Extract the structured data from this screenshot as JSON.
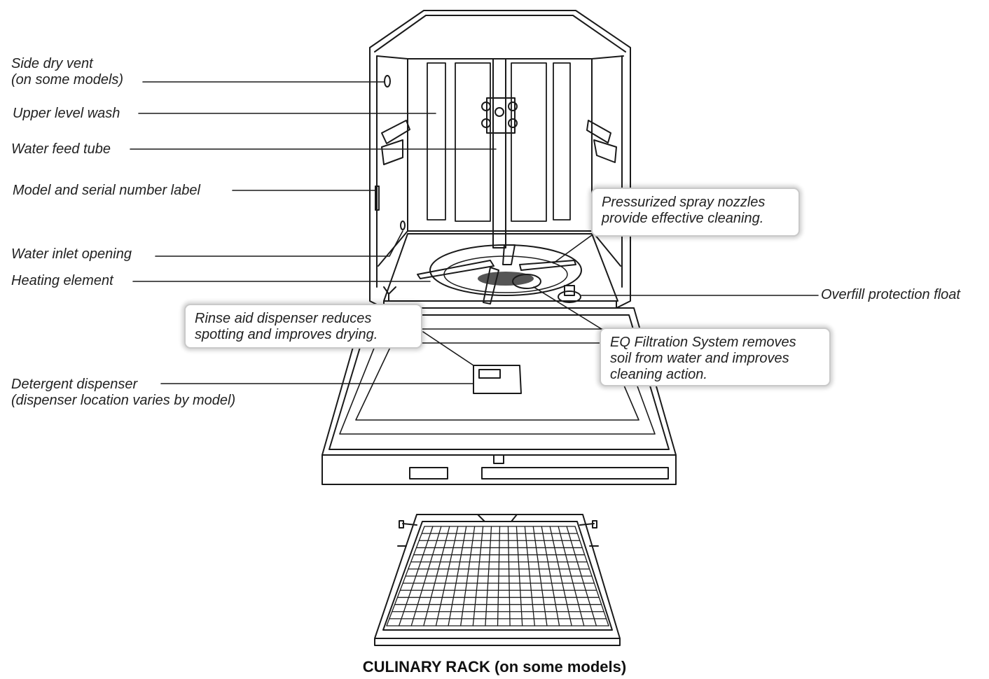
{
  "labels": {
    "side_dry_vent": {
      "line1": "Side dry vent",
      "line2": "(on some models)"
    },
    "upper_level_wash": "Upper level wash",
    "water_feed_tube": "Water feed tube",
    "model_serial_label": "Model and serial number label",
    "water_inlet_opening": "Water inlet opening",
    "heating_element": "Heating element",
    "detergent_dispenser": {
      "line1": "Detergent dispenser",
      "line2": "(dispenser location varies by model)"
    },
    "overfill_float": "Overfill protection float"
  },
  "callouts": {
    "spray_nozzles": {
      "line1": "Pressurized spray nozzles",
      "line2": "provide effective cleaning."
    },
    "rinse_aid": {
      "line1": "Rinse aid dispenser reduces",
      "line2": "spotting and improves drying."
    },
    "eq_filtration": {
      "line1": "EQ Filtration System removes",
      "line2": "soil from water and improves",
      "line3": "cleaning action."
    }
  },
  "rack_caption": "CULINARY RACK (on some models)"
}
